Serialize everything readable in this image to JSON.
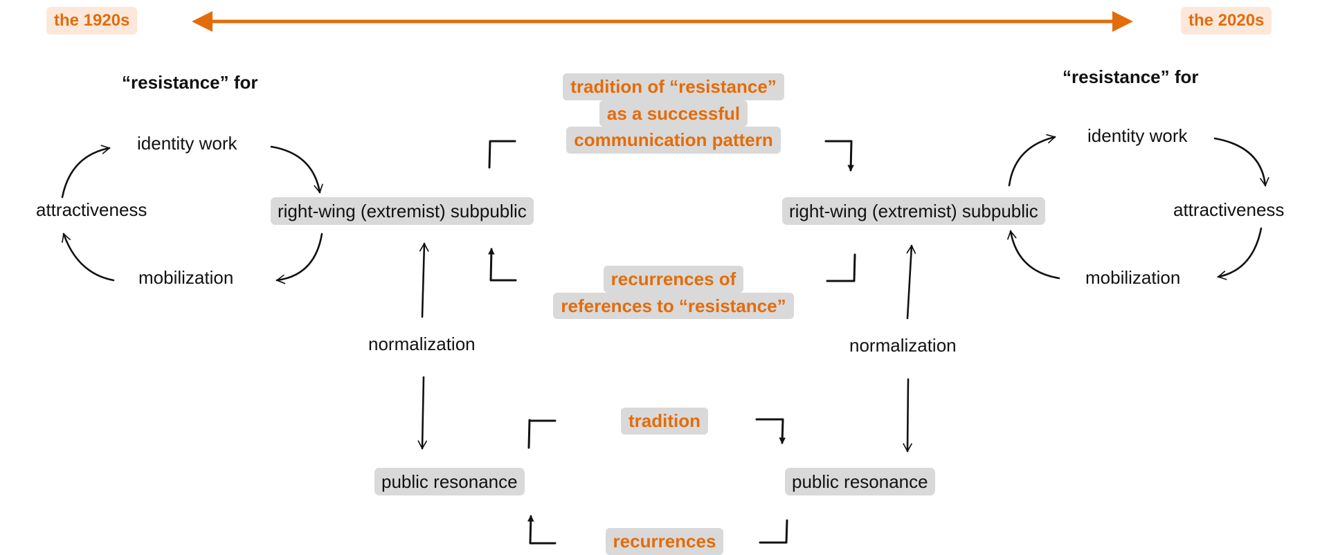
{
  "timeline": {
    "start_label": "the 1920s",
    "end_label": "the 2020s",
    "accent_color": "#e36c0a"
  },
  "left": {
    "heading": "“resistance” for",
    "cycle": {
      "top": "identity work",
      "side": "attractiveness",
      "bottom": "mobilization"
    },
    "subpublic": "right-wing (extremist) subpublic",
    "normalization": "normalization",
    "resonance": "public resonance"
  },
  "right": {
    "heading": "“resistance” for",
    "cycle": {
      "top": "identity work",
      "side": "attractiveness",
      "bottom": "mobilization"
    },
    "subpublic": "right-wing (extremist) subpublic",
    "normalization": "normalization",
    "resonance": "public resonance"
  },
  "center": {
    "tradition_pattern": [
      "tradition of “resistance”",
      "as a successful",
      "communication pattern"
    ],
    "recurrences_refs": [
      "recurrences of",
      "references to “resistance”"
    ],
    "tradition": "tradition",
    "recurrences": "recurrences"
  },
  "icons": {
    "timeline": "double-headed-arrow-icon",
    "cycle": "curved-arrow-icon",
    "vertical": "hand-drawn-arrow-icon",
    "connector": "elbow-arrow-icon"
  }
}
